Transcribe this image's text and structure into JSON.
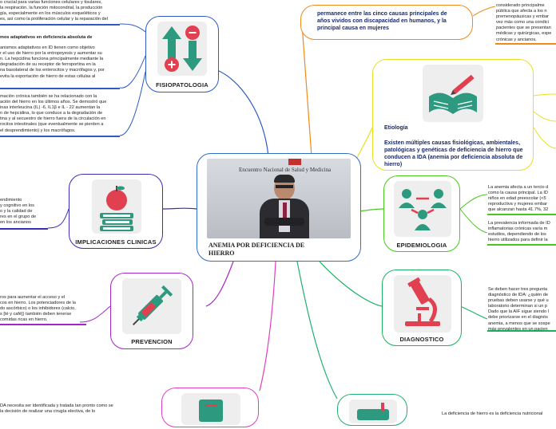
{
  "colors": {
    "fisiopatologia": "#2f5bc8",
    "implicaciones": "#3b2cb8",
    "prevencion": "#a526c8",
    "bottom_left": "#e040c0",
    "permanece": "#f08a1a",
    "etiologia": "#e8e020",
    "epidemiologia": "#48c81c",
    "diagnostico": "#1ab060",
    "bottom_right": "#20b070",
    "central": "#2f6fc8",
    "icon_teal": "#2d9a80",
    "icon_red": "#e04050"
  },
  "central": {
    "title": "ANEMIA POR DEFICIENCIA DE HIERRO",
    "photo_caption": "Encuentro Nacional de Salud y Medicina"
  },
  "fisiopatologia": {
    "label": "FISIOPATOLOGIA",
    "icon": "arrows-plus-minus-icon",
    "text1": [
      "o crucial para varias funciones celulares y tisulares,",
      "la respiración, la función mitocondrial, la producción",
      "gía, especialmente en los músculos esqueléticos y",
      "es, así como la proliferación celular y la reparación del"
    ],
    "text2_title": "mos adaptativos en deficiencia absoluta de",
    "text2": [
      "anismos adaptativos en ID tienen como objetivo",
      "r el uso de hierro por la entropoyesis y aumentar su",
      "n. La hepcidina funciona principalmente mediante la",
      "degradación de su receptor de ferroportina en la",
      "na basolateral de los enterocitos y macrófagos y, por",
      "evita la exportación de hierro de estas células al"
    ],
    "text3": [
      "mación crónica también se ha relacionado con la",
      "ación del hierro en los últimos años. Se demostró que",
      "inas interleucina (IL) -6, IL1β e IL - 22 aumentan la",
      "n de hepcidina, lo que conduce a la degradación de",
      "tina y al secuestro de hierro fuera de la circulación en",
      "rocitos intestinales (que eventualmente se pierden a",
      "el desprendimiento) y los macrófagos."
    ]
  },
  "implicaciones": {
    "label": "IMPLICACIONES CLINICAS",
    "icon": "apple-books-icon",
    "text": [
      "endimiento",
      "y cognitivo en los",
      "o y la calidad de",
      "res en el grupo de",
      "en los ancianos"
    ]
  },
  "prevencion": {
    "label": "PREVENCION",
    "icon": "syringe-icon",
    "text": [
      "ros para aumentar el acceso y el",
      "cos en hierro. Los potenciadores de la",
      "do ascórbico) o los inhibidores (calcio,",
      "s [té y café]) también deben tenerse",
      "comidas ricas en hierro."
    ]
  },
  "bottom_left": {
    "text": [
      "DA necesita ser identificada y tratada tan pronto como se",
      "la decisión de realizar una cirugía electiva, de lo"
    ]
  },
  "permanece": {
    "text": "permanece entre las cinco causas principales de años vividos con discapacidad en humanos, y la principal causa en mujeres",
    "side_text": [
      "considerado principalme",
      "pública que afecta a los n",
      "premenopáusicas y embar",
      "vez más como una condici",
      "pacientes que se presentan",
      "médicas y quirúrgicas, espe",
      "crónicas y ancianos."
    ]
  },
  "etiologia": {
    "title": "Etiología",
    "icon": "open-book-pen-icon",
    "text": "Existen múltiples causas fisiológicas, ambientales, patológicas y genéticas de deficiencia de hierro que conducen a IDA (anemia por deficiencia absoluta de hierro)"
  },
  "epidemiologia": {
    "label": "EPIDEMIOLOGIA",
    "icon": "people-network-icon",
    "text1": [
      "La anemia afecta a un tercio d",
      "como la causa principal. La ID",
      "niños en edad preescolar (<5",
      "reproductiva y mujeres embar",
      "que alcanzan hasta 41.7%, 32"
    ],
    "text2": [
      "La prevalencia informada de ID",
      "inflamatorias crónicas varía m",
      "estudios, dependiendo de los",
      "hierro utilizados para definir la"
    ]
  },
  "diagnostico": {
    "label": "DIAGNOSTICO",
    "icon": "microscope-icon",
    "text": [
      "Se deben hacer tres pregunta",
      "diagnóstico de IDA: ¿quién de",
      "pruebas deben usarse y qué u",
      "laboratorio determinan si un p",
      "Dado que la AIF sigue siendo l",
      "debe priorizarse en el diagnós",
      "anemia, a menos que se sospe",
      "más prevalentes en un pacien"
    ]
  },
  "bottom_right": {
    "text": "La deficiencia de hierro es la deficiencia nutricional"
  }
}
